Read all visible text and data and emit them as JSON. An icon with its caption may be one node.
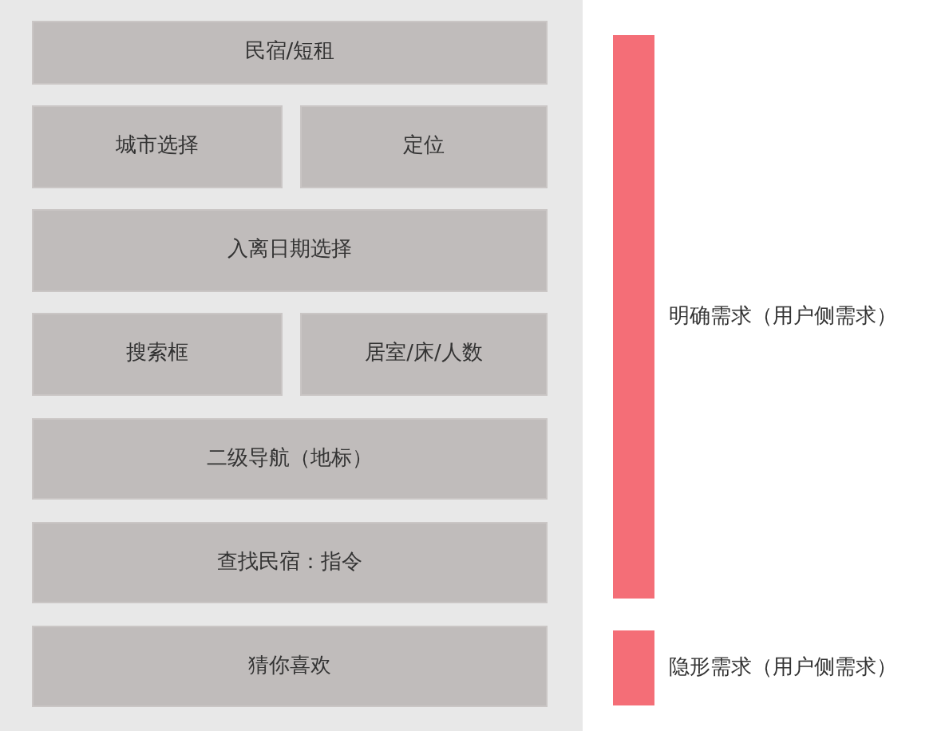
{
  "diagram": {
    "nodes": [
      {
        "text": [],
        "shape": "box"
      },
      {
        "text": [
          "民宿/短租"
        ],
        "in": 0
      },
      {
        "text": [
          "城市选择"
        ],
        "in": 0
      },
      {
        "text": [
          "定位"
        ],
        "in": 0
      },
      {
        "text": [
          "入离日期选择"
        ],
        "in": 0
      },
      {
        "text": [
          "搜索框"
        ],
        "in": 0
      },
      {
        "text": [
          "居室/床/人数"
        ],
        "in": 0
      },
      {
        "text": [
          "二级导航（地标）"
        ],
        "in": 0
      },
      {
        "text": [
          "查找民宿：指令"
        ],
        "in": 0
      },
      {
        "text": [
          "猜你喜欢"
        ],
        "in": 0
      },
      {
        "text": [],
        "shape": "bar",
        "beside": [
          "明确需求（用户侧需求）"
        ]
      },
      {
        "text": [],
        "shape": "bar",
        "beside": [
          "隐形需求（用户侧需求）"
        ]
      }
    ],
    "edges": []
  }
}
